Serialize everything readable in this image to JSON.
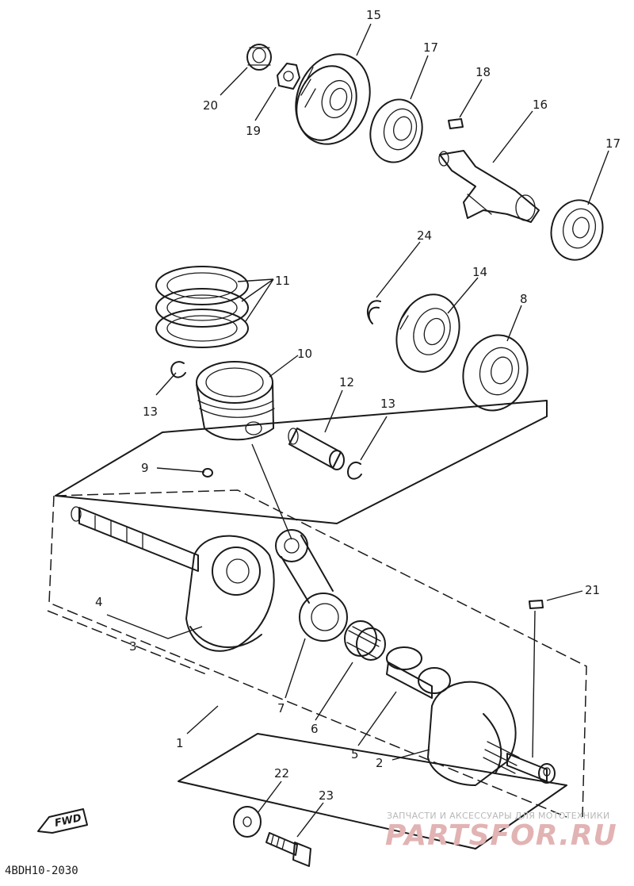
{
  "diagram_code": "4BDH10-2030",
  "fwd_label": "FWD",
  "watermark": {
    "line1": "ЗАПЧАСТИ И АКСЕССУАРЫ ДЛЯ МОТОТЕХНИКИ",
    "logo": "PARTSFOR.RU"
  },
  "callouts": {
    "c1": "1",
    "c2": "2",
    "c3": "3",
    "c4": "4",
    "c5": "5",
    "c6": "6",
    "c7": "7",
    "c8": "8",
    "c9": "9",
    "c10": "10",
    "c11": "11",
    "c12": "12",
    "c13a": "13",
    "c13b": "13",
    "c14": "14",
    "c15": "15",
    "c16": "16",
    "c17a": "17",
    "c17b": "17",
    "c18": "18",
    "c19": "19",
    "c20": "20",
    "c21": "21",
    "c22": "22",
    "c23": "23",
    "c24": "24"
  }
}
